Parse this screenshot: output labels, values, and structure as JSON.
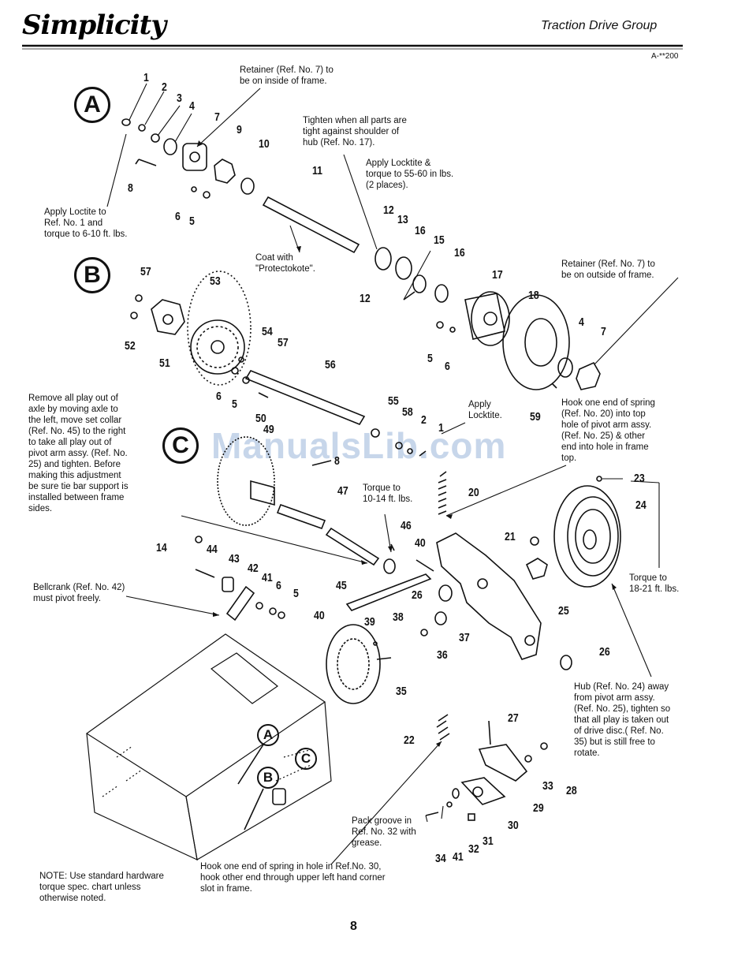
{
  "header": {
    "brand": "Simplicity",
    "section_title": "Traction Drive Group",
    "doc_id": "A-**200"
  },
  "watermark": "ManualsLib.com",
  "page_number": "8",
  "circle_labels": {
    "A": "A",
    "B": "B",
    "C": "C"
  },
  "notes": {
    "retainer_inside": "Retainer (Ref. No. 7) to\nbe on inside of frame.",
    "tighten_hub": "Tighten when all parts are\ntight against shoulder of\nhub (Ref. No. 17).",
    "loctite_torque_55": "Apply Locktite &\ntorque to 55-60 in lbs.\n(2 places).",
    "loctite_ref1": "Apply Loctite to\nRef. No. 1 and\ntorque to 6-10 ft. lbs.",
    "coat": "Coat with\n\"Protectokote\".",
    "retainer_outside": "Retainer (Ref. No. 7) to\nbe on outside of frame.",
    "remove_play": "Remove all play out of\naxle by moving axle to\nthe left, move set collar\n(Ref. No. 45) to the right\nto take all play out of\npivot arm assy. (Ref. No.\n25) and tighten. Before\nmaking this adjustment\nbe sure tie bar support is\ninstalled between frame\nsides.",
    "apply_locktite": "Apply\nLocktite.",
    "hook_spring_20": "Hook one end of spring\n(Ref. No. 20) into top\nhole of pivot arm assy.\n(Ref. No. 25) & other\nend into hole in frame\ntop.",
    "torque_10_14": "Torque to\n10-14 ft. lbs.",
    "torque_18_21": "Torque to\n18-21 ft. lbs.",
    "bellcrank": "Bellcrank (Ref. No. 42)\nmust pivot freely.",
    "hub_away": "Hub (Ref. No. 24) away\nfrom pivot arm assy.\n(Ref. No. 25), tighten so\nthat all play is taken out\nof drive disc.( Ref. No.\n35) but is still free to\nrotate.",
    "pack_groove": "Pack groove in\nRef. No. 32 with\ngrease.",
    "hook_spring_30": "Hook one end of spring in hole in Ref.No. 30,\nhook other end through upper left hand corner\nslot in frame.",
    "note_hardware": "NOTE: Use standard hardware\ntorque spec. chart unless\notherwise noted."
  },
  "part_numbers": [
    "1",
    "2",
    "3",
    "4",
    "7",
    "9",
    "10",
    "8",
    "6",
    "5",
    "11",
    "12",
    "13",
    "16",
    "15",
    "16",
    "17",
    "18",
    "4",
    "7",
    "12",
    "5",
    "6",
    "59",
    "57",
    "53",
    "52",
    "51",
    "54",
    "57",
    "6",
    "5",
    "56",
    "50",
    "55",
    "58",
    "2",
    "1",
    "49",
    "8",
    "47",
    "46",
    "45",
    "40",
    "21",
    "20",
    "23",
    "24",
    "14",
    "44",
    "43",
    "42",
    "41",
    "6",
    "5",
    "26",
    "38",
    "37",
    "25",
    "36",
    "26",
    "39",
    "40",
    "35",
    "22",
    "27",
    "33",
    "28",
    "29",
    "30",
    "31",
    "32",
    "41",
    "34"
  ]
}
